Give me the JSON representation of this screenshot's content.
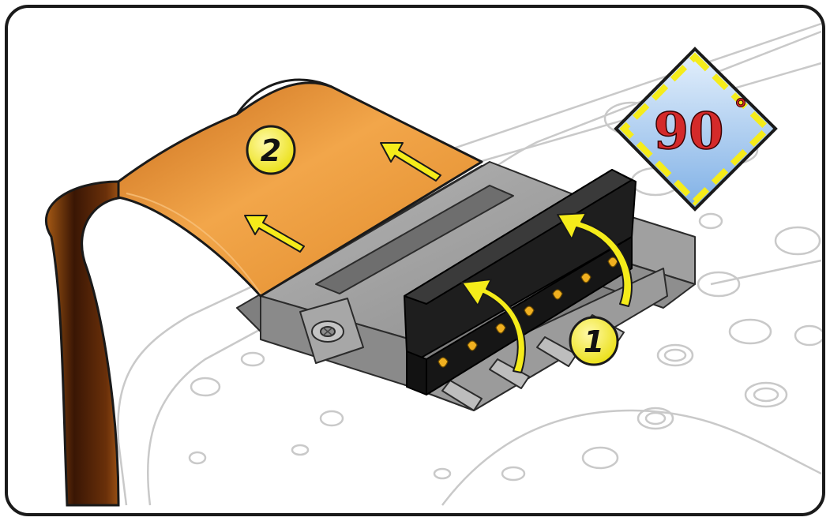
{
  "figure": {
    "step_callouts": [
      {
        "number": "1"
      },
      {
        "number": "2"
      }
    ],
    "rotation_badge": {
      "text": "90",
      "unit": "°"
    }
  },
  "colors": {
    "frame": "#1a1a1a",
    "flex_cable": "#e08a2a",
    "flex_cable_dark": "#5a2a08",
    "connector_body": "#9a9a9a",
    "latch": "#1c1c1c",
    "pins": "#f0b020",
    "callout_fill": "#f5ec1a",
    "arrow_fill": "#f5ec1a",
    "badge_fill": "#9fc6ee",
    "badge_text": "#d42a2a",
    "board_outline": "#c8c8c8"
  },
  "icons": [
    "lift-arrow-icon",
    "pull-arrow-icon",
    "rotation-badge-icon"
  ]
}
